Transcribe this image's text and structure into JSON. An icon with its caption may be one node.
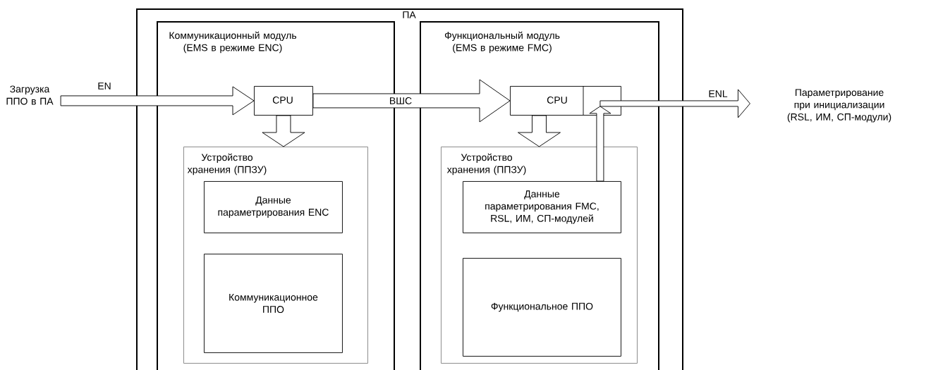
{
  "diagram": {
    "nodes": [
      {
        "text": [
          "ПА"
        ]
      },
      {
        "text": [
          "Коммуникационный модуль (EMS в режиме ENC)"
        ],
        "in": 0
      },
      {
        "text": [
          "Функциональный модуль (EMS в режиме FMC)"
        ],
        "in": 0
      },
      {
        "text": [
          "CPU"
        ],
        "in": 1
      },
      {
        "text": [
          "Устройство хранения (ППЗУ)"
        ],
        "in": 1
      },
      {
        "text": [
          "Данные параметрирования ENC"
        ],
        "in": 4
      },
      {
        "text": [
          "Коммуникационное ППО"
        ],
        "in": 4
      },
      {
        "text": [
          "CPU"
        ],
        "in": 2
      },
      {
        "text": [
          "Устройство хранения (ППЗУ)"
        ],
        "in": 2
      },
      {
        "text": [
          "Данные параметрирования FMC, RSL, ИМ, СП-модулей"
        ],
        "in": 8
      },
      {
        "text": [
          "Функциональное ППО"
        ],
        "in": 8
      },
      {
        "text": [
          "Загрузка ППО в ПА"
        ]
      },
      {
        "text": [
          "Параметрирование при инициализации (RSL, ИМ, СП-модули)"
        ]
      }
    ],
    "edges": [
      {
        "from": 11,
        "to": 3,
        "arrow": "to",
        "label": "EN"
      },
      {
        "from": 3,
        "to": 7,
        "arrow": "to",
        "label": "ВШС"
      },
      {
        "from": 3,
        "to": 4,
        "arrow": "to"
      },
      {
        "from": 7,
        "to": 8,
        "arrow": "to"
      },
      {
        "from": 9,
        "to": 7,
        "arrow": "to"
      },
      {
        "from": 7,
        "to": 12,
        "arrow": "to",
        "label": "ENL"
      }
    ]
  }
}
